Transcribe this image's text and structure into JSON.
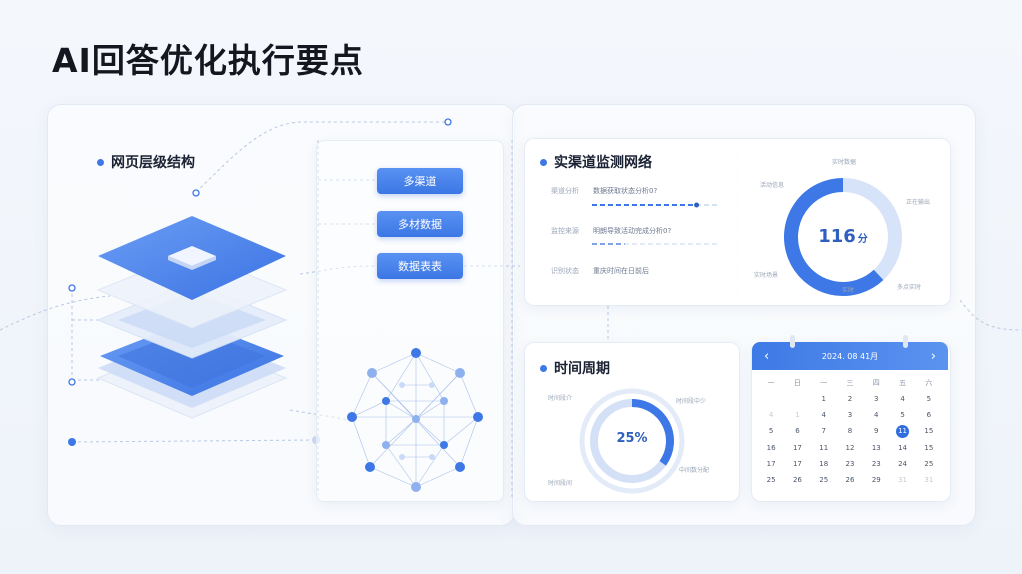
{
  "title": "AI回答优化执行要点",
  "structure_panel": {
    "title": "网页层级结构",
    "chips": [
      "多渠道",
      "多材数据",
      "数据表表"
    ]
  },
  "monitor": {
    "title": "实渠道监测网络",
    "rows": [
      {
        "label": "渠道分析",
        "text": "数据获取状态分析0?",
        "progress": 0.83
      },
      {
        "label": "监控来源",
        "text": "明朗导致活动完成分析0?",
        "progress": 0.26
      },
      {
        "label": "识别状态",
        "text": "重庆时间在日前后"
      }
    ],
    "gauge": {
      "value_text": "116",
      "unit": "分",
      "fraction": 0.62,
      "labels": [
        "实时数据",
        "活动信息",
        "正在输出",
        "实时场景",
        "多点实时",
        "实时"
      ]
    }
  },
  "period": {
    "title": "时间周期",
    "percent_text": "25%",
    "fraction": 0.25,
    "labels": [
      "时间段介",
      "时间段中少",
      "时间段间",
      "中间数分配"
    ]
  },
  "calendar": {
    "header": "2024. 08 41月",
    "prev": "‹",
    "next": "›",
    "weekdays": [
      "一",
      "日",
      "一",
      "三",
      "四",
      "五",
      "六"
    ],
    "rows": [
      [
        "",
        "",
        "",
        "",
        "",
        "",
        ""
      ],
      [
        "",
        "",
        "1",
        "2",
        "3",
        "4",
        "5"
      ],
      [
        "4",
        "1",
        "4",
        "3",
        "4",
        "5",
        "6"
      ],
      [
        "5",
        "6",
        "7",
        "8",
        "9",
        "11",
        "15"
      ],
      [
        "16",
        "17",
        "11",
        "12",
        "13",
        "14",
        "15"
      ],
      [
        "17",
        "17",
        "18",
        "23",
        "23",
        "24",
        "25"
      ],
      [
        "25",
        "26",
        "25",
        "26",
        "29",
        "31",
        "31"
      ]
    ],
    "muted_rows": [
      [
        0,
        0,
        1,
        1,
        1,
        1,
        1
      ],
      [
        1,
        1,
        0,
        0,
        0,
        0,
        0
      ],
      [
        1,
        1,
        0,
        0,
        0,
        0,
        0
      ],
      [
        0,
        0,
        0,
        0,
        0,
        0,
        0
      ],
      [
        0,
        0,
        0,
        0,
        0,
        0,
        0
      ],
      [
        0,
        0,
        0,
        0,
        0,
        0,
        0
      ],
      [
        0,
        0,
        0,
        0,
        0,
        1,
        1
      ]
    ],
    "selected": "11"
  },
  "colors": {
    "accent": "#3d78e6",
    "light": "#c9daf6"
  }
}
